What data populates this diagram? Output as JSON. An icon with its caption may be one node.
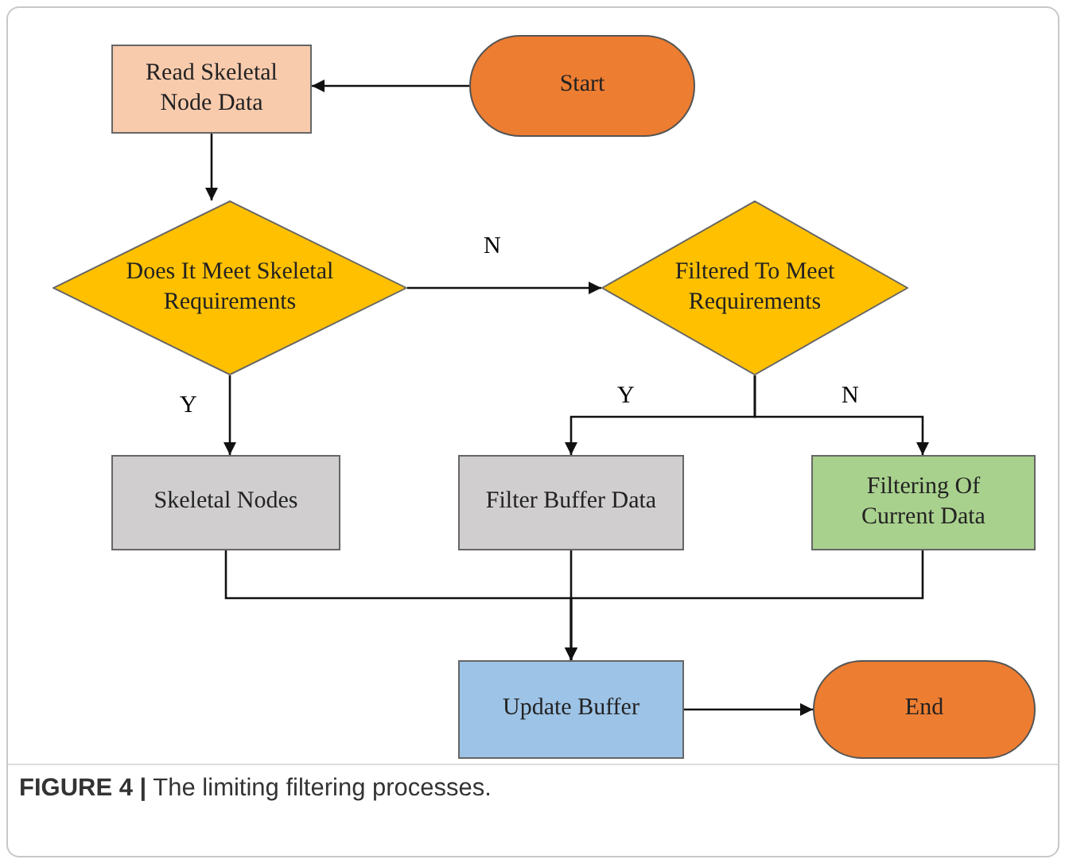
{
  "diagram": {
    "caption": "**FIGURE 4 |** The limiting filtering processes.",
    "nodes": [
      {
        "text": [
          "Read Skeletal Node Data"
        ]
      },
      {
        "text": [
          "Start"
        ]
      },
      {
        "text": [
          "Does It Meet Skeletal Requirements"
        ]
      },
      {
        "text": [
          "Filtered To Meet Requirements"
        ]
      },
      {
        "text": [
          "Skeletal Nodes"
        ]
      },
      {
        "text": [
          "Filter Buffer Data"
        ]
      },
      {
        "text": [
          "Filtering Of Current Data"
        ]
      },
      {
        "text": [
          "Update Buffer"
        ]
      },
      {
        "text": [
          "End"
        ]
      }
    ],
    "edges": [
      {
        "from": 1,
        "to": 0,
        "arrow": "to"
      },
      {
        "from": 0,
        "to": 2,
        "arrow": "to"
      },
      {
        "from": 2,
        "to": 3,
        "arrow": "to",
        "label": "N"
      },
      {
        "from": 2,
        "to": 4,
        "arrow": "to",
        "label": "Y"
      },
      {
        "from": 3,
        "to": 5,
        "arrow": "to",
        "label": "Y"
      },
      {
        "from": 3,
        "to": 6,
        "arrow": "to",
        "label": "N"
      },
      {
        "from": 4,
        "to": 7,
        "arrow": "to"
      },
      {
        "from": 5,
        "to": 7,
        "arrow": "to"
      },
      {
        "from": 6,
        "to": 7,
        "arrow": "to"
      },
      {
        "from": 7,
        "to": 8,
        "arrow": "to"
      }
    ]
  }
}
